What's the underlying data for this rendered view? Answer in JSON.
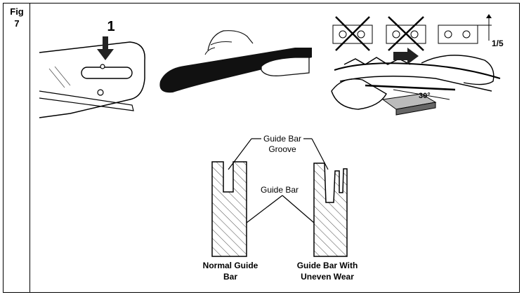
{
  "figure": {
    "label": "Fig",
    "number": "7"
  },
  "panel_bar": {
    "callout": "1"
  },
  "panel_sharpen": {
    "ratio": "1/5",
    "angle": "30°"
  },
  "diagram": {
    "groove_label_line1": "Guide Bar",
    "groove_label_line2": "Groove",
    "bar_label": "Guide Bar",
    "caption_left_line1": "Normal Guide",
    "caption_left_line2": "Bar",
    "caption_right_line1": "Guide Bar With",
    "caption_right_line2": "Uneven Wear"
  }
}
